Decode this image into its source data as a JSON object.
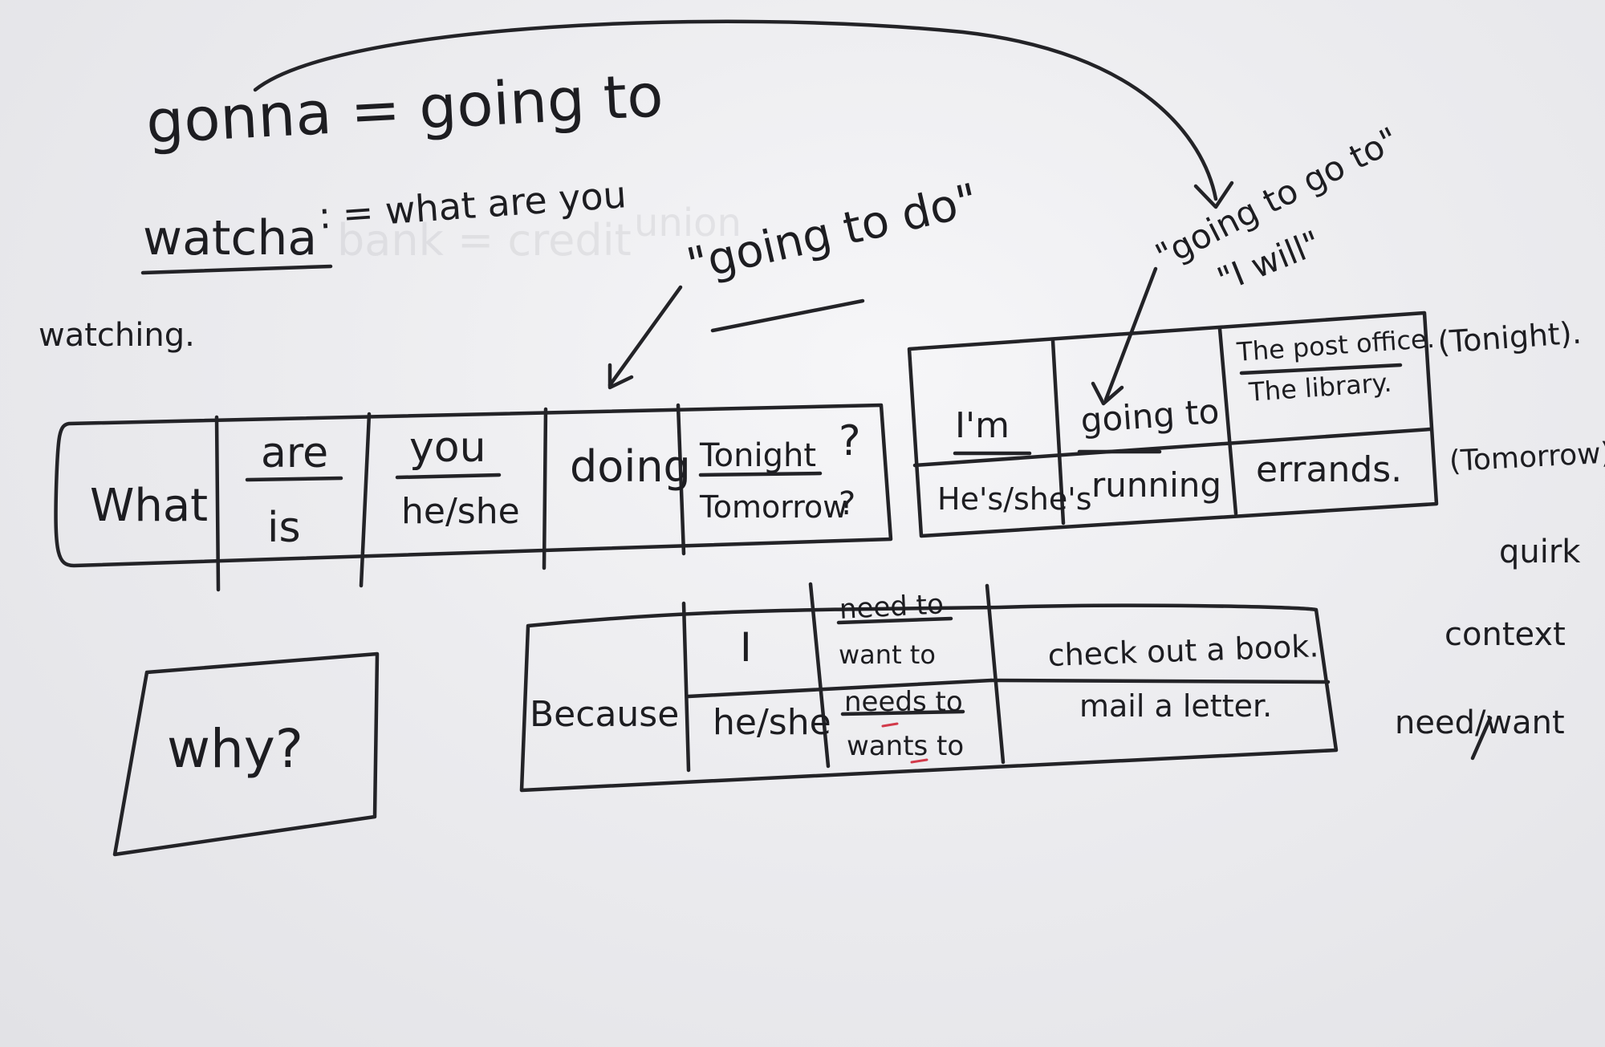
{
  "heading": {
    "gonna_eq": "gonna = going to",
    "watcha_word": "watcha",
    "watcha_rest": ": = what are you",
    "watching": "watching."
  },
  "notes": {
    "going_to_do": "\"going to do\"",
    "going_to_go_to": "\"going to go to\"",
    "i_will": "\"I will\""
  },
  "question_table": {
    "what": "What",
    "are": "are",
    "is": "is",
    "you": "you",
    "he_she": "he/she",
    "doing": "doing",
    "tonight": "Tonight",
    "tomorrow": "Tomorrow",
    "q1": "?",
    "q2": "?"
  },
  "answer_table": {
    "im": "I'm",
    "going_to": "going to",
    "post_office": "The post office.",
    "library": "The library.",
    "hes_shes": "He's/she's",
    "running": "running",
    "errands": "errands."
  },
  "time_labels": {
    "tonight": "(Tonight).",
    "tomorrow": "(Tomorrow)"
  },
  "because_table": {
    "because": "Because",
    "i": "I",
    "he_she": "he/she",
    "need_to": "need to",
    "want_to": "want to",
    "needs_to": "needs to",
    "wants_to": "wants to",
    "check_out": "check out a book.",
    "mail": "mail a letter."
  },
  "why_box": {
    "why": "why?"
  },
  "side_words": {
    "quirk": "quirk",
    "context": "context",
    "need_want": "need/want"
  },
  "ghost_text": {
    "bank_credit": "bank = credit",
    "union": "union"
  },
  "colors": {
    "ink": "#1d1d21",
    "red_marker": "#d23a4a"
  }
}
